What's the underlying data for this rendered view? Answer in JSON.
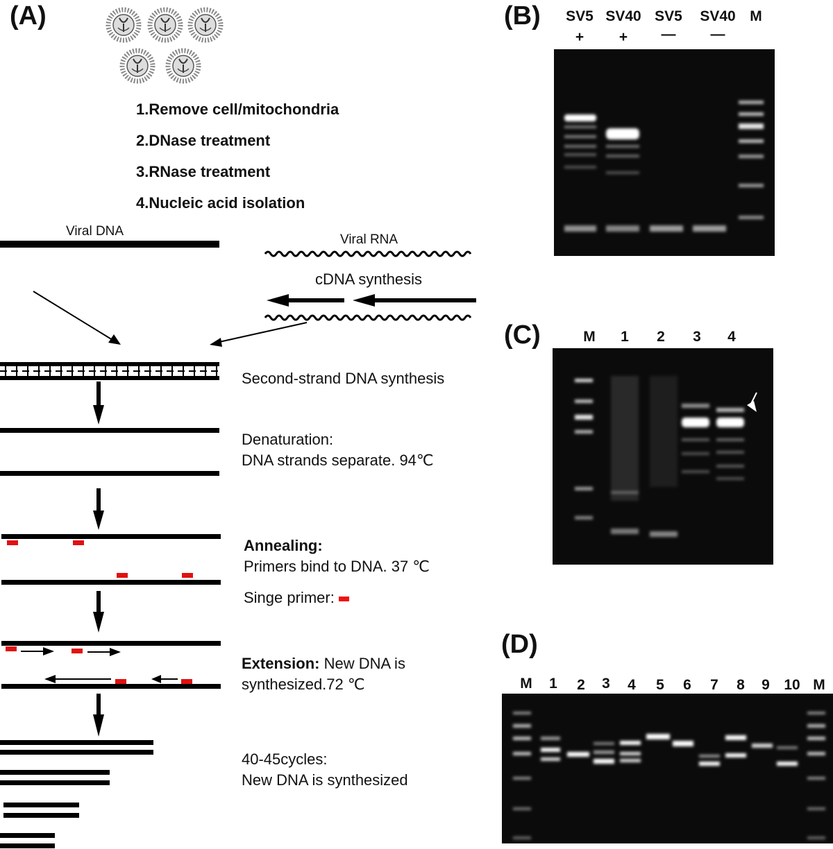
{
  "panels": {
    "a": "(A)",
    "b": "(B)",
    "c": "(C)",
    "d": "(D)"
  },
  "steps": [
    "1.Remove cell/mitochondria",
    "2.DNase treatment",
    "3.RNase treatment",
    "4.Nucleic acid isolation"
  ],
  "labels": {
    "viral_dna": "Viral DNA",
    "viral_rna": "Viral RNA",
    "cdna": "cDNA synthesis",
    "second_strand": "Second-strand DNA  synthesis",
    "denat_1": "Denaturation:",
    "denat_2": "DNA strands separate.  94℃",
    "anneal_title": "Annealing:",
    "anneal_text": "Primers bind to DNA. 37 ℃",
    "single_primer": "Singe primer:",
    "ext_title": "Extension:",
    "ext_text1": " New DNA  is",
    "ext_text2": "synthesized.72 ℃",
    "cycles_1": "40-45cycles:",
    "cycles_2": "New DNA  is synthesized"
  },
  "gel_b": {
    "lanes": [
      "SV5",
      "SV40",
      "SV5",
      "SV40",
      "M"
    ],
    "signs": [
      "+",
      "+",
      "—",
      "—",
      ""
    ]
  },
  "gel_c": {
    "lanes": [
      "M",
      "1",
      "2",
      "3",
      "4"
    ]
  },
  "gel_d": {
    "lanes": [
      "M",
      "1",
      "2",
      "3",
      "4",
      "5",
      "6",
      "7",
      "8",
      "9",
      "10",
      "M"
    ]
  },
  "colors": {
    "primer": "#e11111",
    "gel": "#0b0b0b",
    "band": "#ffffff"
  }
}
